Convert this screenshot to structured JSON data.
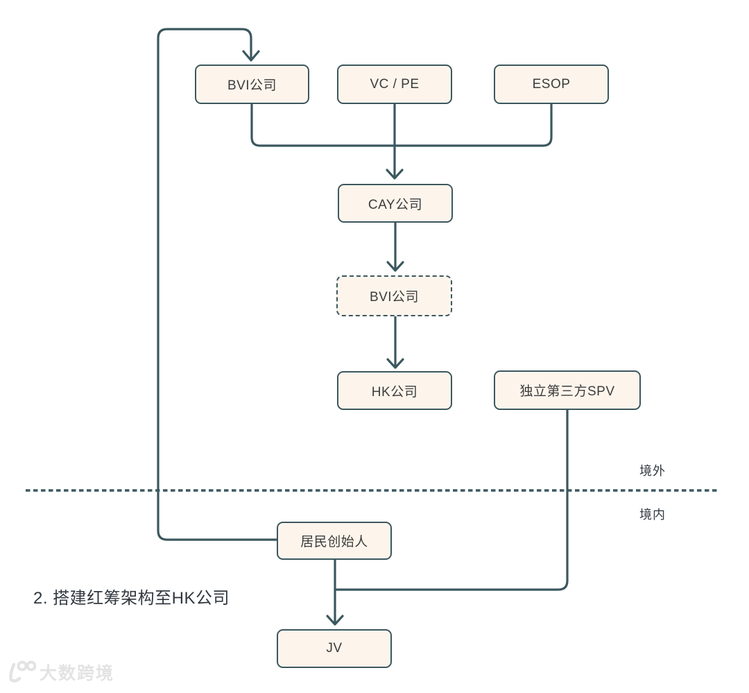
{
  "diagram": {
    "caption": "2. 搭建红筹架构至HK公司",
    "regions": {
      "offshore_label": "境外",
      "onshore_label": "境内"
    },
    "nodes": {
      "bvi_top": "BVI公司",
      "vc_pe": "VC / PE",
      "esop": "ESOP",
      "cay": "CAY公司",
      "bvi_mid": "BVI公司",
      "hk": "HK公司",
      "spv": "独立第三方SPV",
      "founder": "居民创始人",
      "jv": "JV"
    },
    "colors": {
      "line": "#3b575e",
      "box_fill": "#fdf5ec",
      "box_border": "#3b575e",
      "node_text": "#3c3c3c",
      "caption_text": "#31383f",
      "watermark": "#e3e3e3"
    },
    "watermark": {
      "logo": "100-logo",
      "text": "大数跨境"
    }
  }
}
